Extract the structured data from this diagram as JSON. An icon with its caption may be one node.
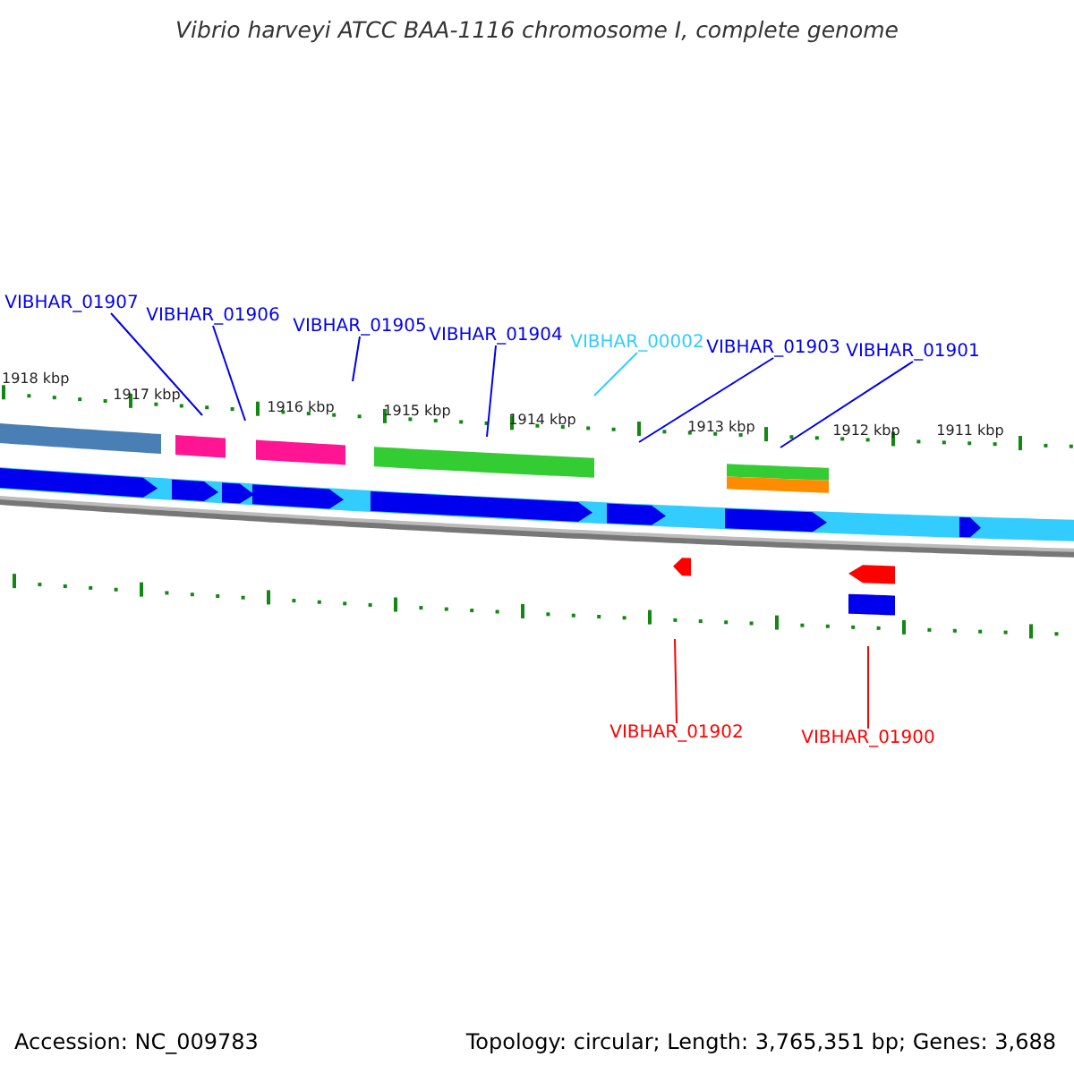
{
  "diagram": {
    "title": "Vibrio harveyi ATCC BAA-1116 chromosome I, complete genome",
    "nodes": [
      {
        "text": [
          "VIBHAR_01907"
        ]
      },
      {
        "text": [
          "VIBHAR_01906"
        ]
      },
      {
        "text": [
          "VIBHAR_01905"
        ]
      },
      {
        "text": [
          "VIBHAR_01904"
        ]
      },
      {
        "text": [
          "VIBHAR_00002"
        ]
      },
      {
        "text": [
          "VIBHAR_01903"
        ]
      },
      {
        "text": [
          "VIBHAR_01901"
        ]
      },
      {
        "text": [
          "VIBHAR_01902"
        ]
      },
      {
        "text": [
          "VIBHAR_01900"
        ]
      }
    ],
    "edges": [
      {
        "from": 0,
        "to": null,
        "arrow": "none"
      },
      {
        "from": 1,
        "to": null,
        "arrow": "none"
      },
      {
        "from": 2,
        "to": null,
        "arrow": "none"
      },
      {
        "from": 3,
        "to": null,
        "arrow": "none"
      },
      {
        "from": 4,
        "to": null,
        "arrow": "none",
        "color": "#33ccff"
      },
      {
        "from": 5,
        "to": null,
        "arrow": "none"
      },
      {
        "from": 6,
        "to": null,
        "arrow": "none"
      },
      {
        "from": 7,
        "to": null,
        "arrow": "none",
        "color": "#ff0000"
      },
      {
        "from": 8,
        "to": null,
        "arrow": "none",
        "color": "#ff0000"
      }
    ],
    "labels": [
      "1918 kbp",
      "1917 kbp",
      "1916 kbp",
      "1915 kbp",
      "1914 kbp",
      "1913 kbp",
      "1912 kbp",
      "1911 kbp",
      "Accession: NC_009783",
      "Topology: circular; Length: 3,765,351 bp; Genes: 3,688"
    ]
  }
}
